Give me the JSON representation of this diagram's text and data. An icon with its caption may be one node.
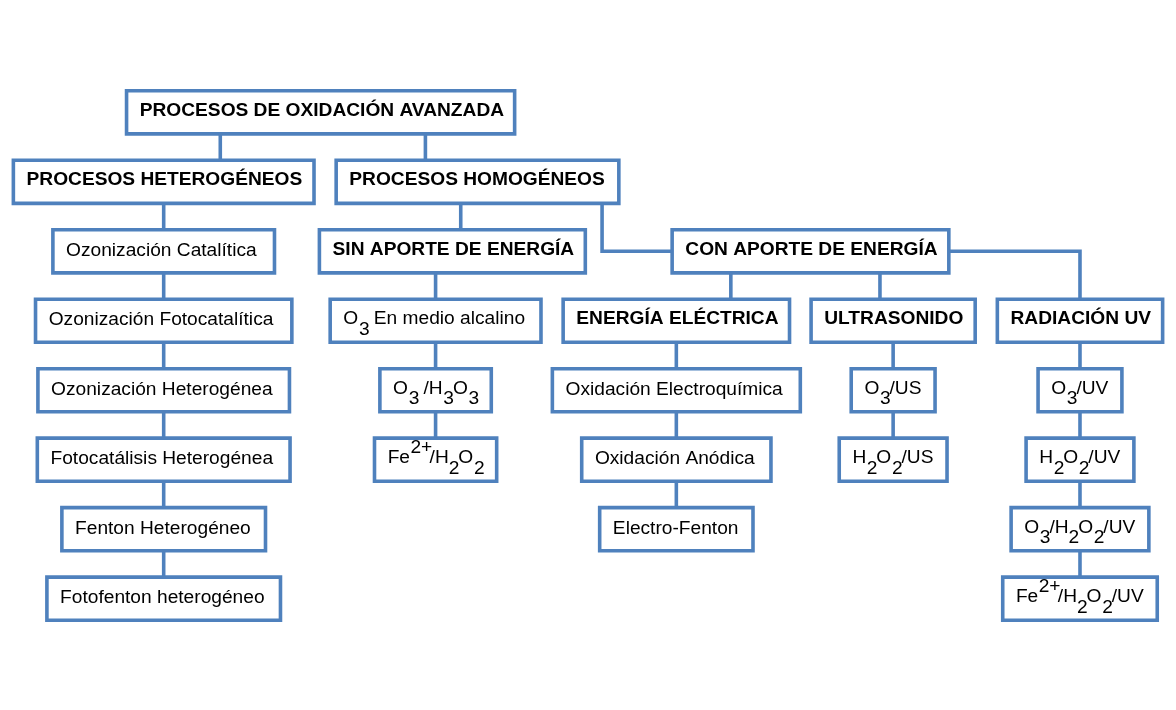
{
  "diagram": {
    "nodes": [
      {
        "text": [
          "PROCESOS DE OXIDACIÓN AVANZADA"
        ]
      },
      {
        "text": [
          "PROCESOS HETEROGÉNEOS"
        ]
      },
      {
        "text": [
          "PROCESOS HOMOGÉNEOS"
        ]
      },
      {
        "text": [
          "Ozonización Catalítica"
        ]
      },
      {
        "text": [
          "Ozonización Fotocatalítica"
        ]
      },
      {
        "text": [
          "Ozonización Heterogénea"
        ]
      },
      {
        "text": [
          "Fotocatálisis Heterogénea"
        ]
      },
      {
        "text": [
          "Fenton Heterogéneo"
        ]
      },
      {
        "text": [
          "Fotofenton heterogéneo"
        ]
      },
      {
        "text": [
          "SIN APORTE DE ENERGÍA"
        ]
      },
      {
        "text": [
          "CON APORTE DE ENERGÍA"
        ]
      },
      {
        "text": [
          "O$_{3}$ En medio alcalino"
        ]
      },
      {
        "text": [
          "O$_{3}$ /H$_{3}$O$_{3}$"
        ]
      },
      {
        "text": [
          "Fe$^{2+}$/H$_{2}$O$_{2}$"
        ]
      },
      {
        "text": [
          "ENERGÍA ELÉCTRICA"
        ]
      },
      {
        "text": [
          "ULTRASONIDO"
        ]
      },
      {
        "text": [
          "RADIACIÓN UV"
        ]
      },
      {
        "text": [
          "Oxidación Electroquímica"
        ]
      },
      {
        "text": [
          "Oxidación Anódica"
        ]
      },
      {
        "text": [
          "Electro-Fenton"
        ]
      },
      {
        "text": [
          "O$_{3}$/US"
        ]
      },
      {
        "text": [
          "H$_{2}$O$_{2}$/US"
        ]
      },
      {
        "text": [
          "O$_{3}$/UV"
        ]
      },
      {
        "text": [
          "H$_{2}$O$_{2}$/UV"
        ]
      },
      {
        "text": [
          "O$_{3}$/H$_{2}$O$_{2}$/UV"
        ]
      },
      {
        "text": [
          "Fe$^{2+}$/H$_{2}$O$_{2}$/UV"
        ]
      }
    ],
    "edges": [
      {
        "from": 0,
        "to": 1,
        "arrow": "none"
      },
      {
        "from": 0,
        "to": 2,
        "arrow": "none"
      },
      {
        "from": 1,
        "to": 3,
        "arrow": "none"
      },
      {
        "from": 3,
        "to": 4,
        "arrow": "none"
      },
      {
        "from": 4,
        "to": 5,
        "arrow": "none"
      },
      {
        "from": 5,
        "to": 6,
        "arrow": "none"
      },
      {
        "from": 6,
        "to": 7,
        "arrow": "none"
      },
      {
        "from": 7,
        "to": 8,
        "arrow": "none"
      },
      {
        "from": 2,
        "to": 9,
        "arrow": "none"
      },
      {
        "from": 2,
        "to": 10,
        "arrow": "none"
      },
      {
        "from": 9,
        "to": 11,
        "arrow": "none"
      },
      {
        "from": 11,
        "to": 12,
        "arrow": "none"
      },
      {
        "from": 12,
        "to": 13,
        "arrow": "none"
      },
      {
        "from": 10,
        "to": 14,
        "arrow": "none"
      },
      {
        "from": 10,
        "to": 15,
        "arrow": "none"
      },
      {
        "from": 10,
        "to": 16,
        "arrow": "none"
      },
      {
        "from": 14,
        "to": 17,
        "arrow": "none"
      },
      {
        "from": 17,
        "to": 18,
        "arrow": "none"
      },
      {
        "from": 18,
        "to": 19,
        "arrow": "none"
      },
      {
        "from": 15,
        "to": 20,
        "arrow": "none"
      },
      {
        "from": 20,
        "to": 21,
        "arrow": "none"
      },
      {
        "from": 16,
        "to": 22,
        "arrow": "none"
      },
      {
        "from": 22,
        "to": 23,
        "arrow": "none"
      },
      {
        "from": 23,
        "to": 24,
        "arrow": "none"
      },
      {
        "from": 24,
        "to": 25,
        "arrow": "none"
      }
    ]
  }
}
